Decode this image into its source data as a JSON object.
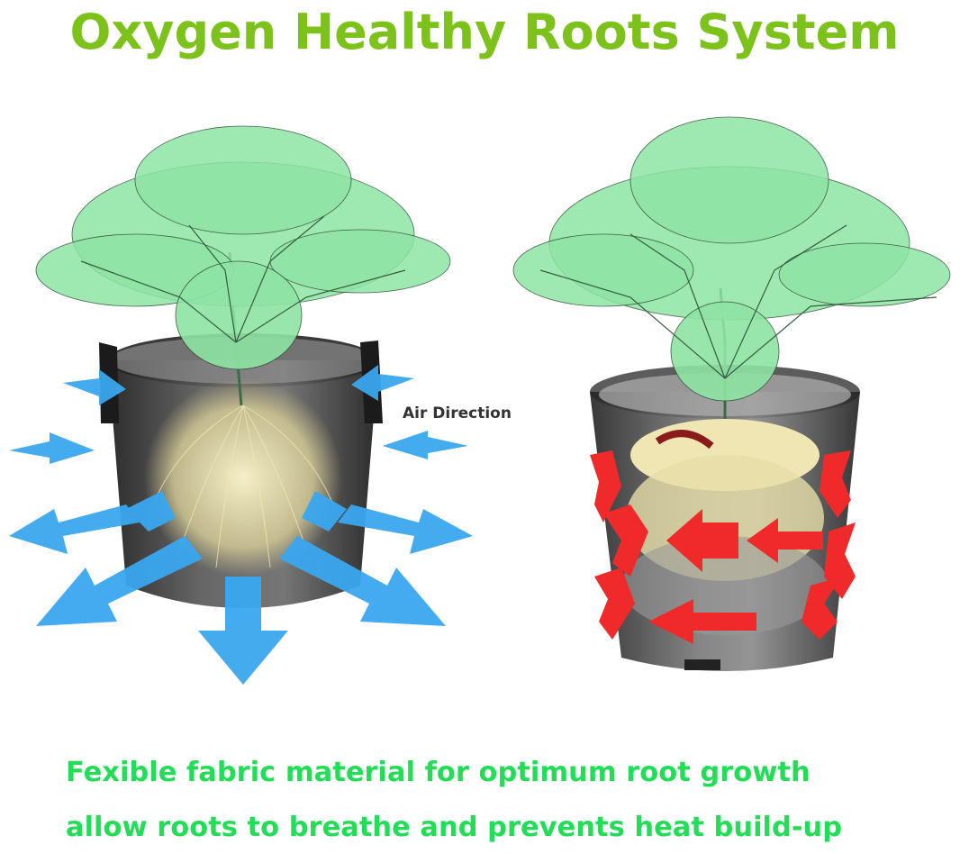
{
  "title": "Oxygen Healthy Roots System",
  "air_label": "Air Direction",
  "captions": [
    "Fexible fabric material for optimum root growth",
    "allow roots to breathe and prevents heat build-up"
  ],
  "colors": {
    "title": "#7cc21b",
    "caption": "#22dd55",
    "leaf": "#8ee4a4",
    "roots": "#efe6b4",
    "pot_dark": "#2b2b2b",
    "air_arrow": "#3aa7ef",
    "heat_arrow": "#f02a2a"
  },
  "icons": {
    "left_scene": "fabric-grow-bag-with-plant",
    "right_scene": "plastic-pot-with-plant",
    "air_arrows": "blue-arrow-icon",
    "heat_arrows": "red-arrow-icon"
  }
}
